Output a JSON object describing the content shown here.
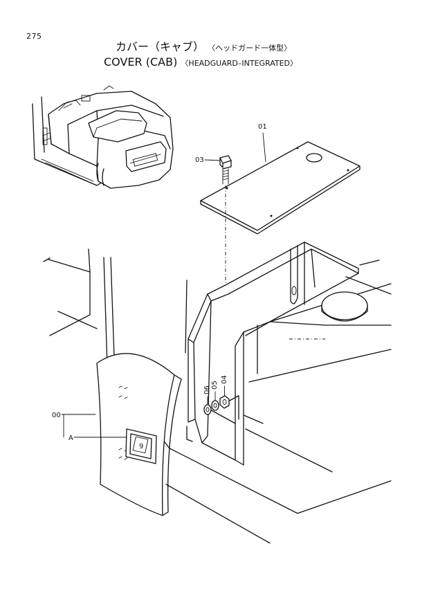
{
  "page_number": "275",
  "title_jp": {
    "main": "カバー（キャブ）",
    "sub": "〈ヘッドガード一体型〉"
  },
  "title_en": {
    "main": "COVER (CAB)",
    "sub": "〈HEADGUARD–INTEGRATED〉"
  },
  "callouts": {
    "part_01": "01",
    "part_03": "03",
    "part_00": "00",
    "view_a": "A",
    "part_06": "06",
    "part_05": "05",
    "part_04": "04"
  },
  "handle_marking": "9"
}
